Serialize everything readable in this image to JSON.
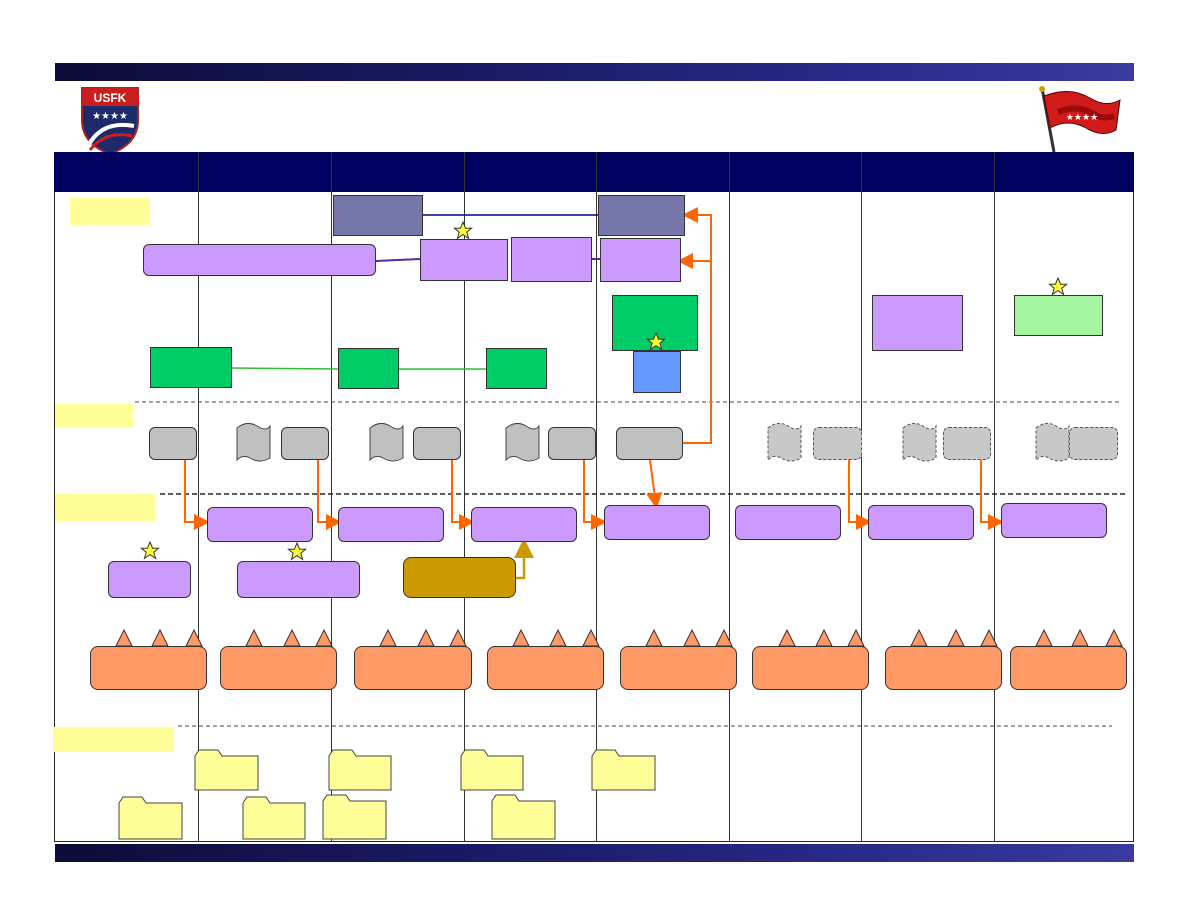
{
  "slide": {
    "colors": {
      "header_band": "#00005e",
      "purple": "#cc99ff",
      "slate": "#7777aa",
      "green": "#00cc66",
      "light_green": "#a6f5a0",
      "blue": "#6699ff",
      "gold": "#cc9900",
      "gray": "#c0c0c0",
      "orange": "#ff9966",
      "arrow_orange": "#ff6600",
      "label_yellow": "#ffff99",
      "folder_yellow": "#ffff99"
    },
    "logos": {
      "left": {
        "icon": "usfk-shield-logo",
        "text": "USFK"
      },
      "right": {
        "icon": "four-star-general-flag"
      }
    },
    "column_titles": [
      "",
      "",
      "",
      "",
      "",
      "",
      "",
      ""
    ],
    "row_labels": [
      "",
      "",
      "",
      ""
    ]
  }
}
